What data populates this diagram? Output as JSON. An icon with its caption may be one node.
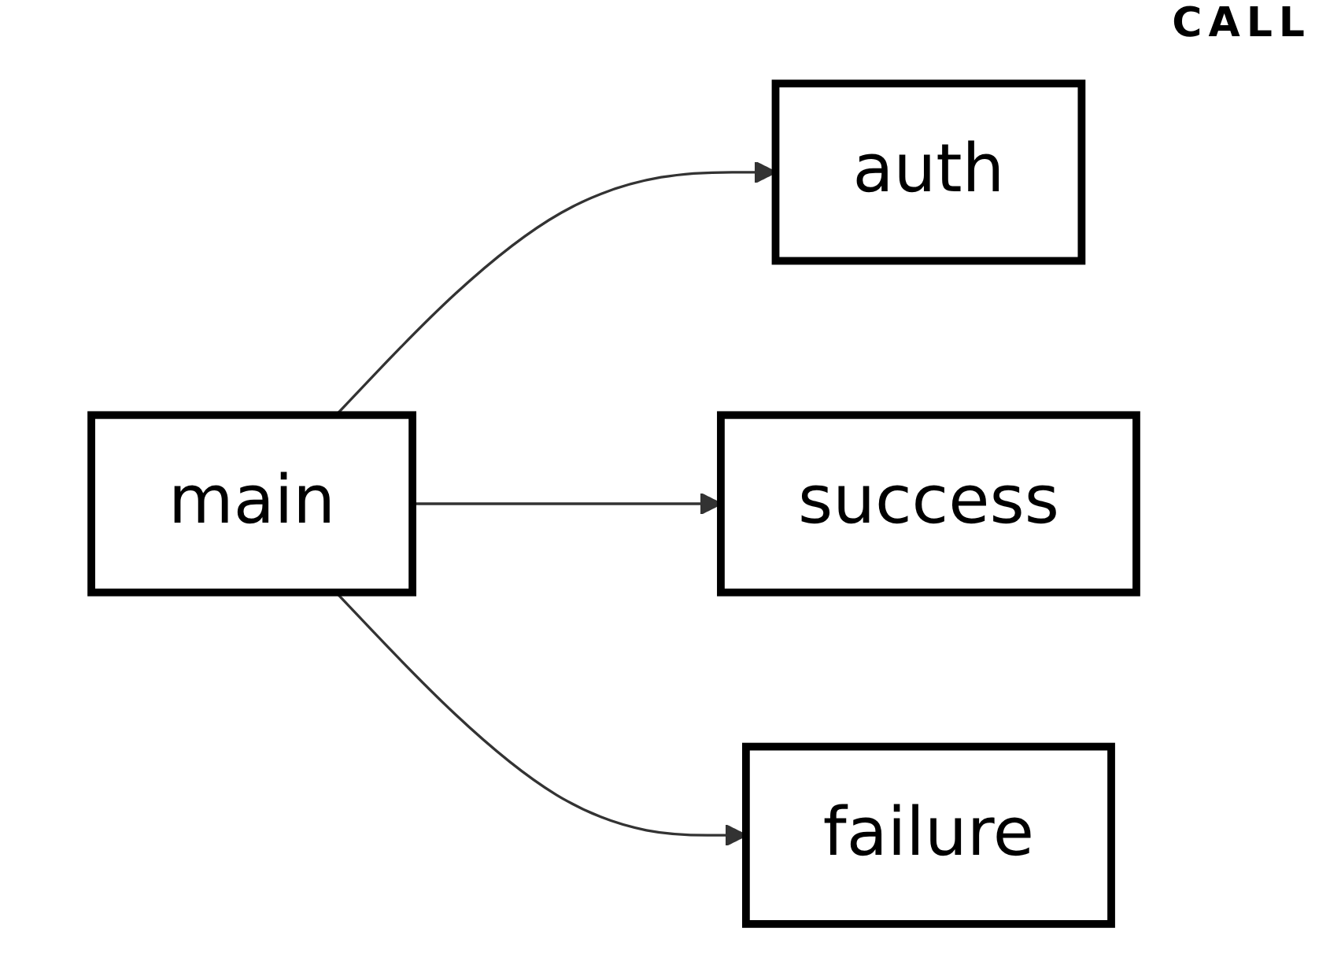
{
  "diagram": {
    "nodes": [
      {
        "text": [
          "main"
        ]
      },
      {
        "text": [
          "auth"
        ]
      },
      {
        "text": [
          "success"
        ]
      },
      {
        "text": [
          "failure"
        ]
      }
    ],
    "edges": [
      {
        "from": 0,
        "to": 1,
        "arrow": "to"
      },
      {
        "from": 0,
        "to": 2,
        "arrow": "to"
      },
      {
        "from": 0,
        "to": 3,
        "arrow": "to"
      }
    ],
    "labels": [
      "CALL"
    ]
  }
}
